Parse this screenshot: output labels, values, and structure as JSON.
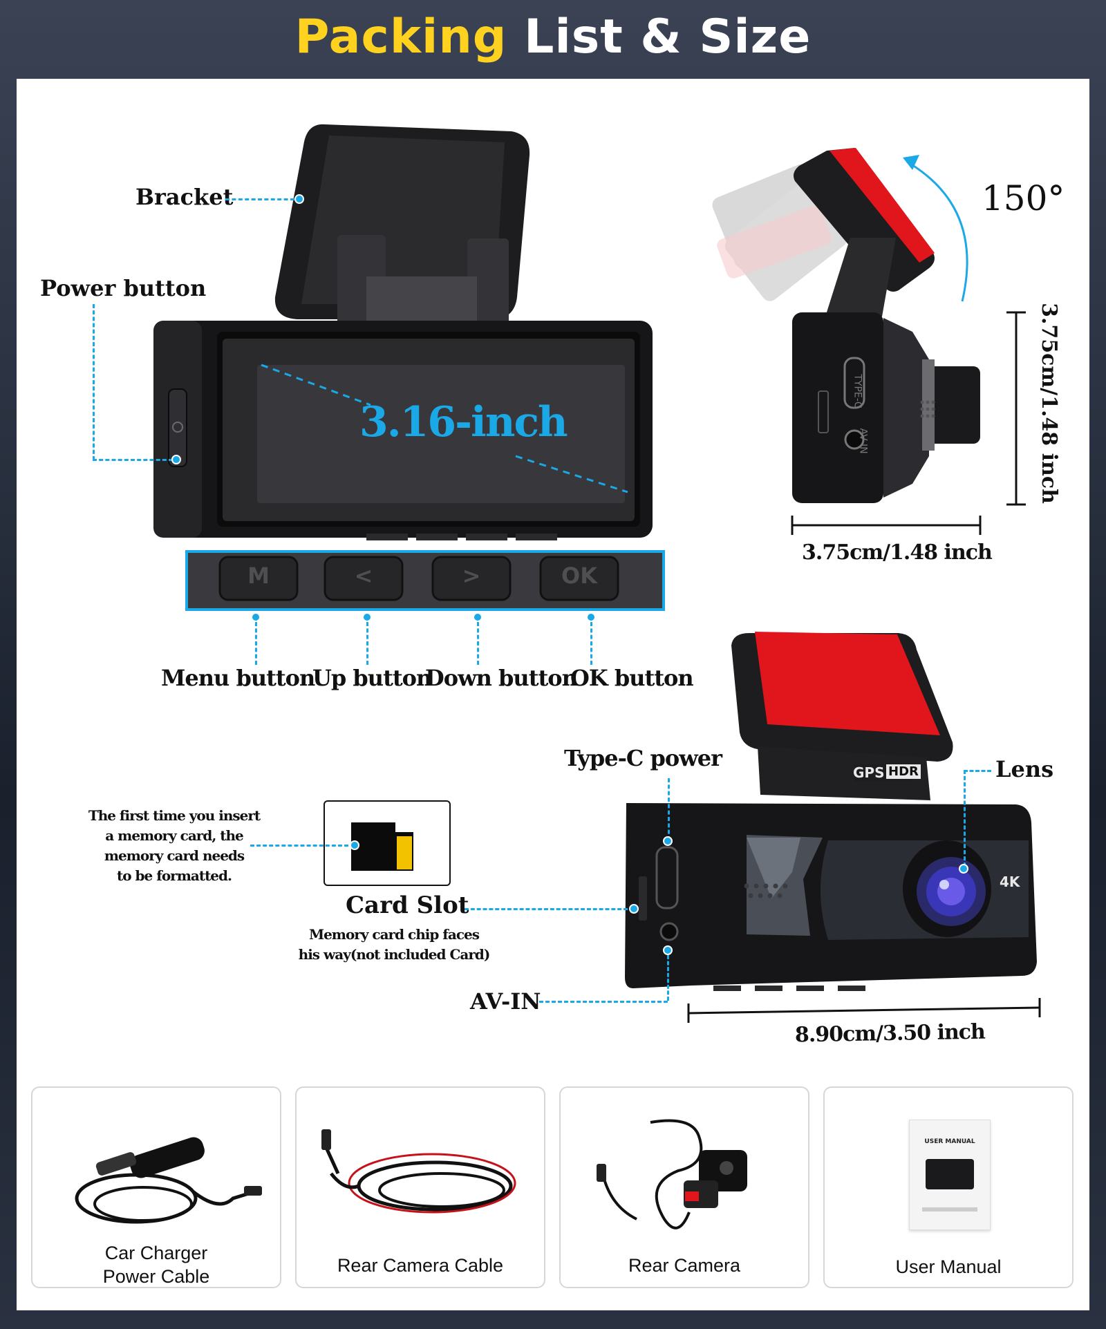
{
  "header": {
    "title_yellow": "Packing",
    "title_white": "List & Size"
  },
  "front_view": {
    "bracket_label": "Bracket",
    "power_button_label": "Power button",
    "screen_size": "3.16-inch",
    "buttons": [
      {
        "key": "M",
        "label": "Menu button"
      },
      {
        "key": "<",
        "label": "Up button"
      },
      {
        "key": ">",
        "label": "Down button"
      },
      {
        "key": "OK",
        "label": "OK button"
      }
    ]
  },
  "side_view": {
    "rotation_angle": "150°",
    "height_dimension": "3.75cm/1.48 inch",
    "width_dimension": "3.75cm/1.48 inch",
    "port_label_typec": "TYPE-C",
    "port_label_avin": "AV-IN"
  },
  "angled_view": {
    "typec_label": "Type-C power",
    "lens_label": "Lens",
    "avin_label": "AV-IN",
    "length_dimension": "8.90cm/3.50 inch",
    "badge_gps": "GPS",
    "badge_hdr": "HDR",
    "badge_4k": "4K"
  },
  "card_slot": {
    "title": "Card Slot",
    "note_line1": "Memory card chip faces",
    "note_line2": "his way(not included  Card)",
    "format_line1": "The first time you insert",
    "format_line2": "a memory card, the",
    "format_line3": "memory card needs",
    "format_line4": "to be formatted."
  },
  "package_items": [
    {
      "line1": "Car Charger",
      "line2": "Power Cable"
    },
    {
      "line1": "Rear Camera Cable"
    },
    {
      "line1": "Rear Camera"
    },
    {
      "line1": "User Manual",
      "manual_cover_text": "USER MANUAL"
    }
  ],
  "colors": {
    "accent_blue": "#1aa9e6",
    "title_yellow": "#ffd21f",
    "adhesive_red": "#e0161c"
  }
}
